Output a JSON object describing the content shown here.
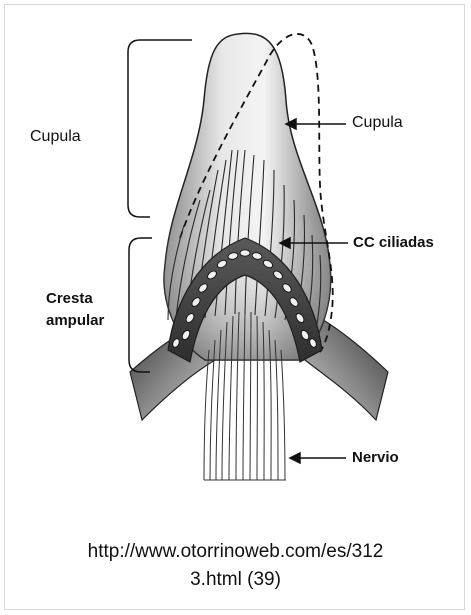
{
  "labels": {
    "cupula_left": "Cupula",
    "cupula_right": "Cupula",
    "cc_ciliadas": "CC ciliadas",
    "cresta_line1": "Cresta",
    "cresta_line2": "ampular",
    "nervio": "Nervio"
  },
  "caption": {
    "line1": "http://www.otorrinoweb.com/es/312",
    "line2": "3.html (39)"
  },
  "colors": {
    "ink": "#111111",
    "cupula_light": "#f2f2f2",
    "cupula_dark": "#6e6e6e",
    "crest_dark": "#3c3c3c"
  }
}
